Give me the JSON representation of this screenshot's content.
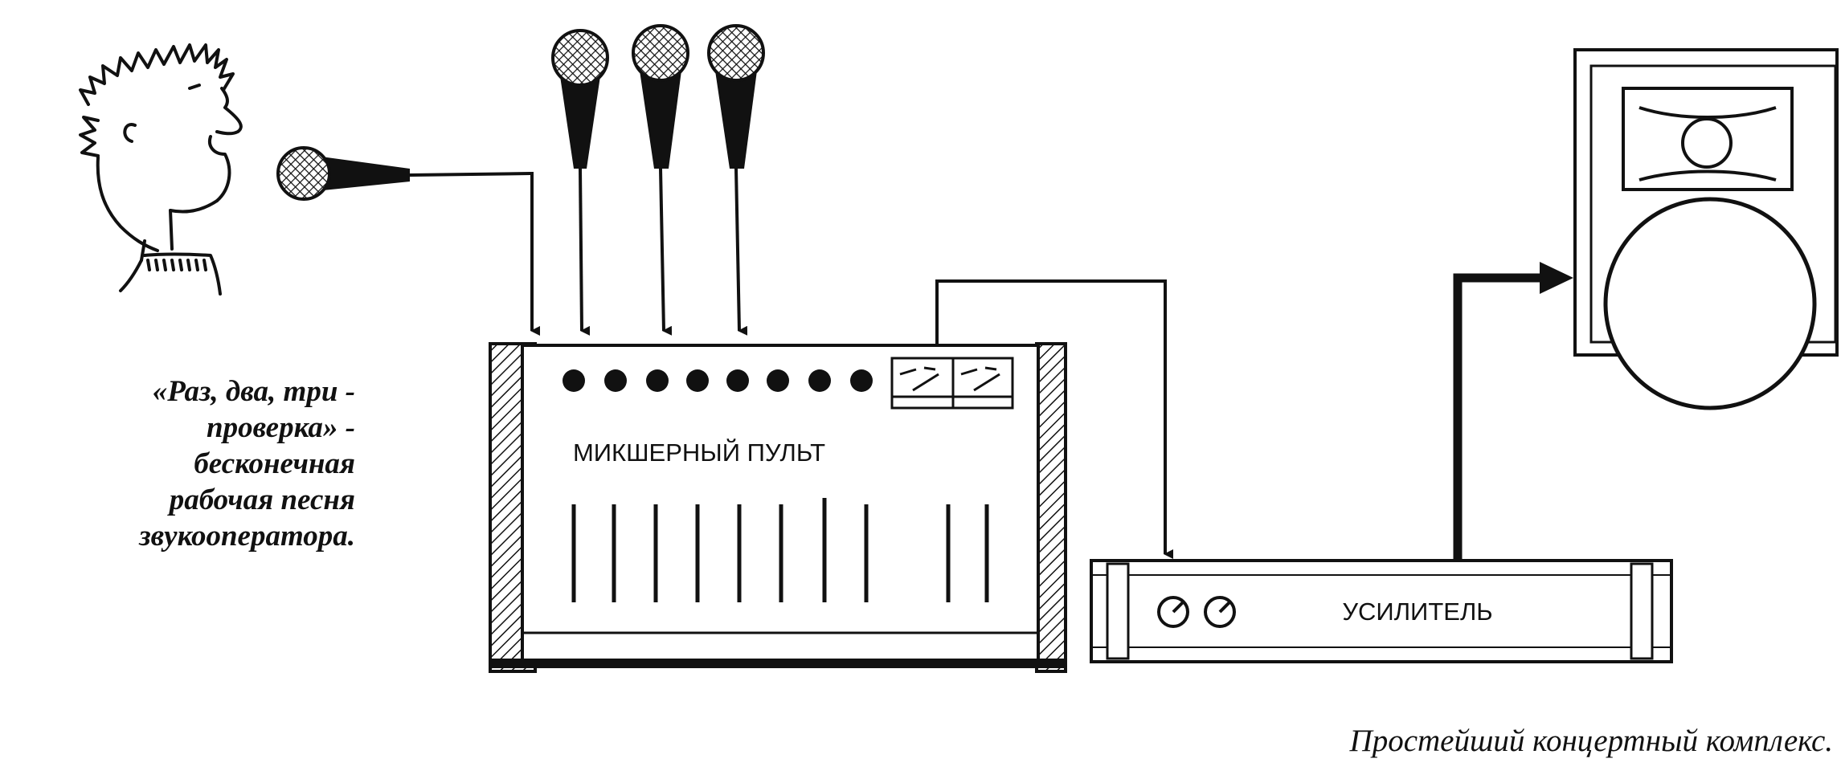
{
  "diagram": {
    "mixer_label": "МИКШЕРНЫЙ ПУЛЬТ",
    "amplifier_label": "УСИЛИТЕЛЬ"
  },
  "quote": "«Раз, два, три -\nпроверка» -\nбесконечная\nрабочая песня\nзвукооператора.",
  "caption": "Простейший концертный комплекс.",
  "colors": {
    "ink": "#111111",
    "background": "#ffffff"
  },
  "icons": [
    "singer-figure",
    "microphone-icon",
    "vu-meter-icon",
    "knob-icon",
    "speaker-icon",
    "arrow-icon"
  ]
}
